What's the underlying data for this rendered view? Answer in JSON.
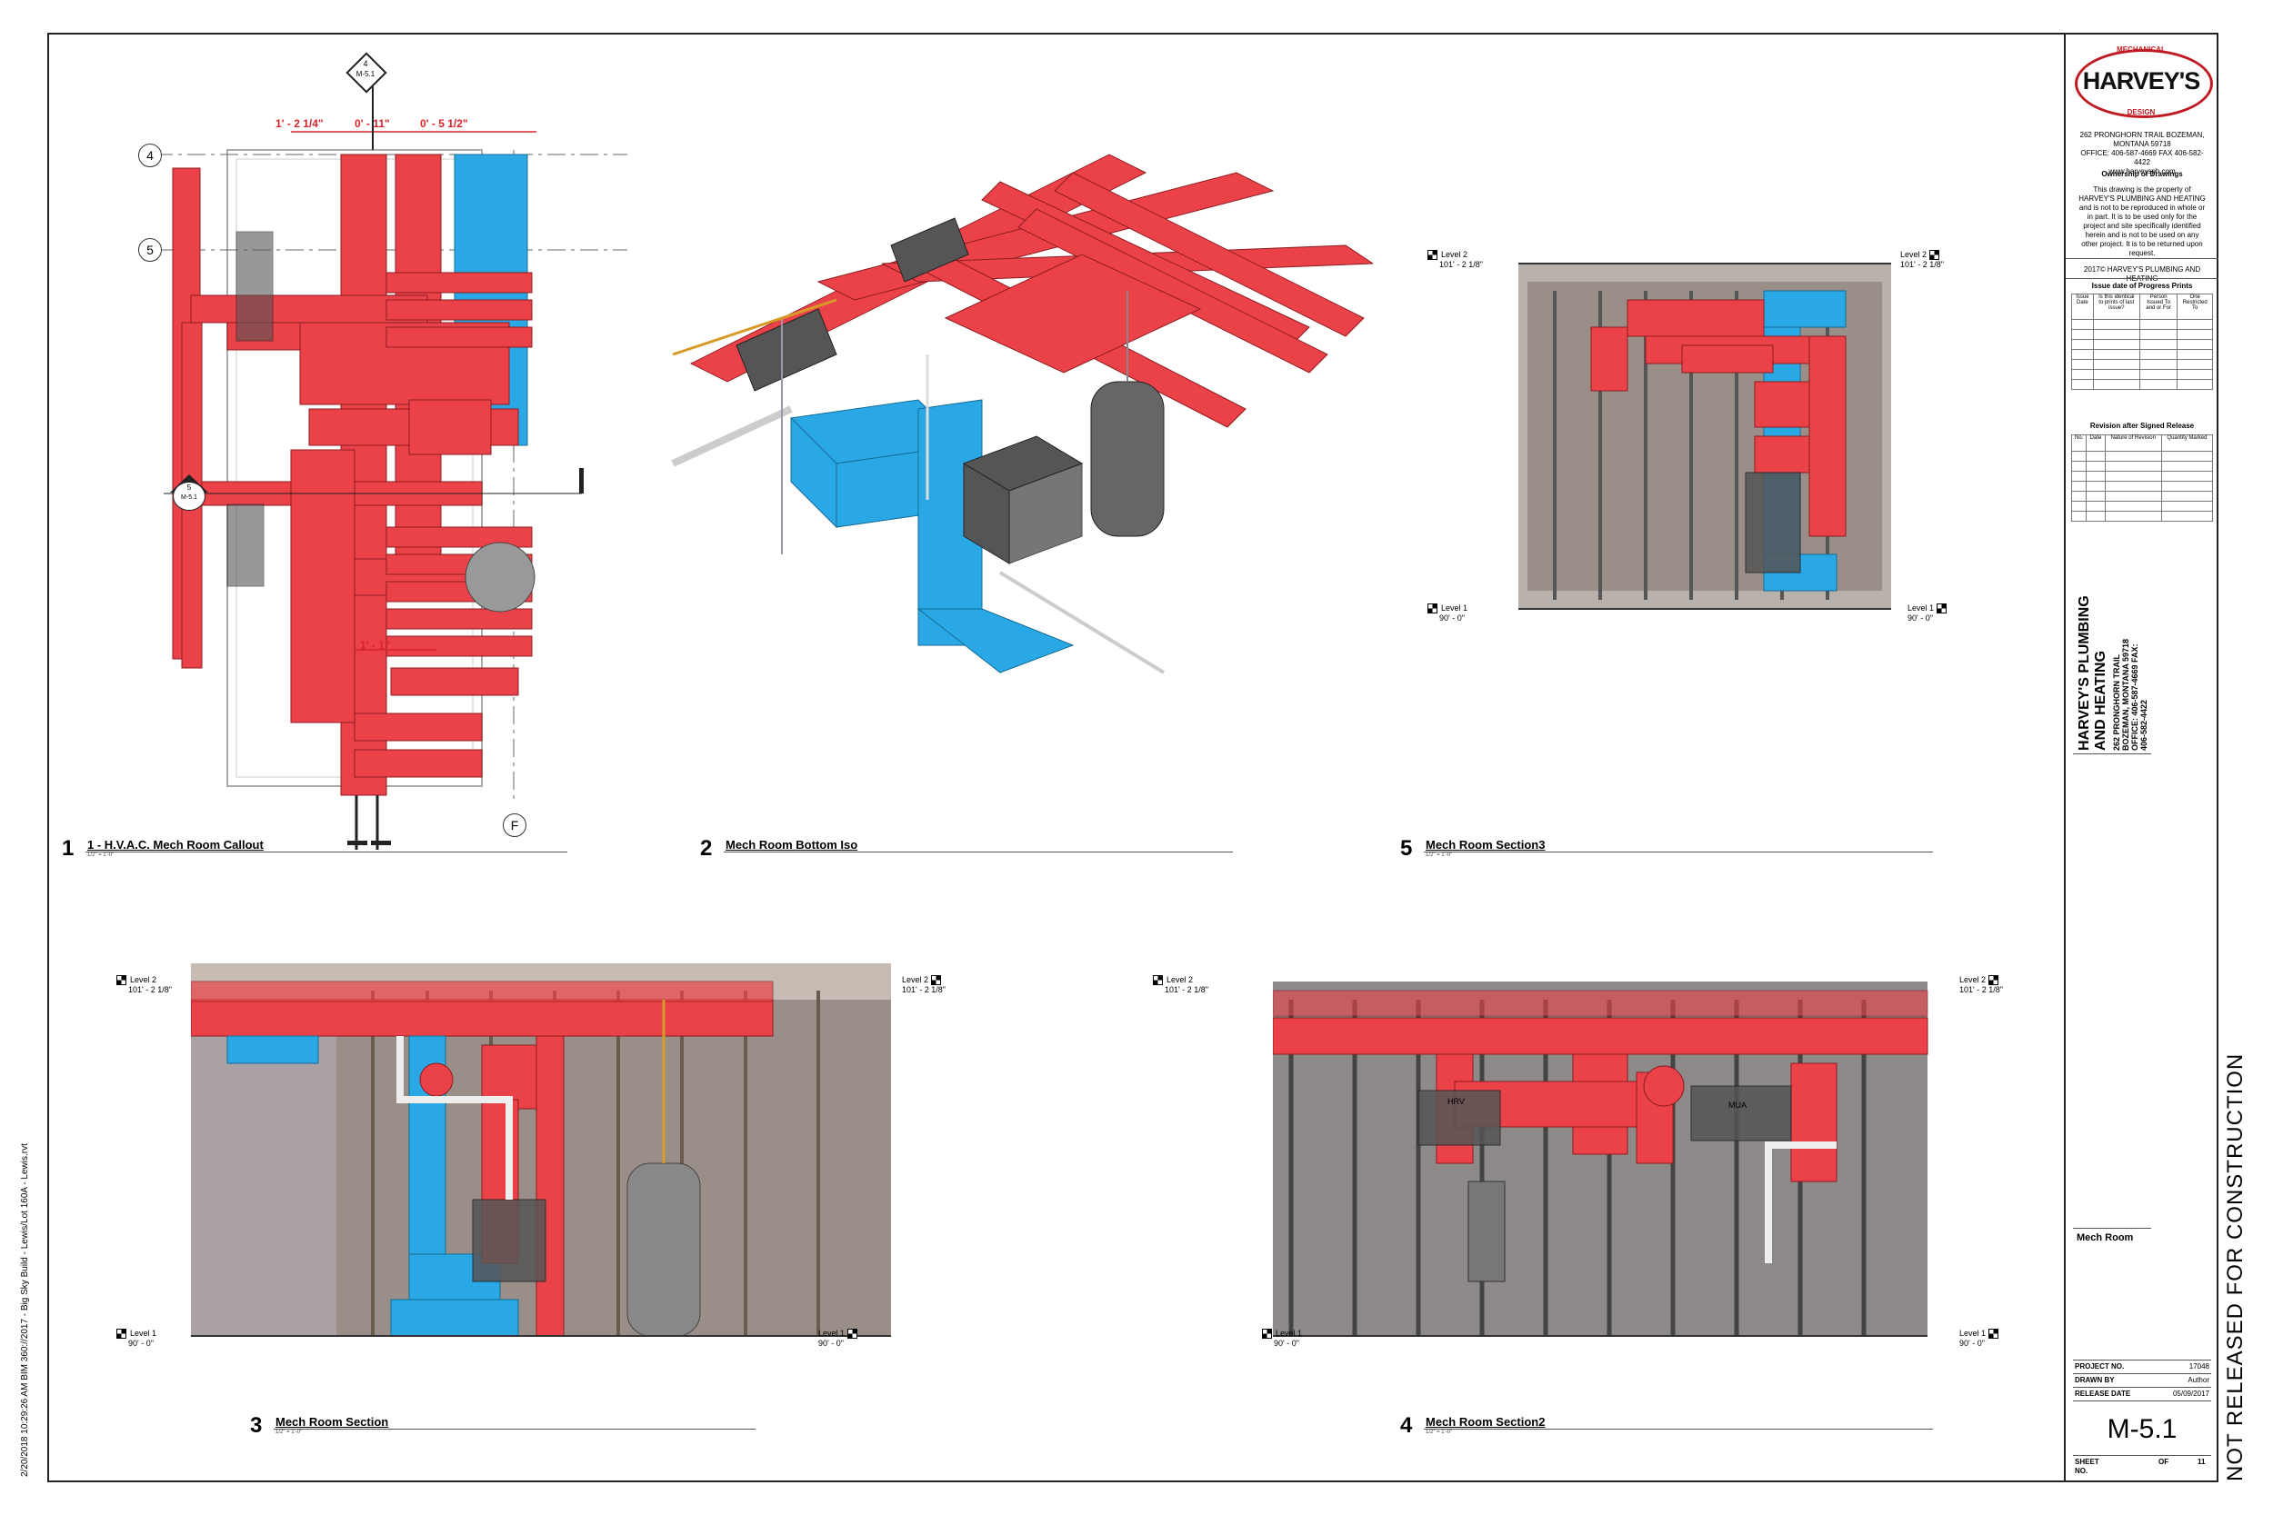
{
  "sheet": {
    "side_note": "2/20/2018 10:29:26 AM     BIM 360://2017 - Big Sky Build - Lewis/Lot 160A - Lewis.rvt",
    "stamp": "NOT RELEASED FOR CONSTRUCTION"
  },
  "views": [
    {
      "number": "1",
      "name": "1 - H.V.A.C. Mech Room Callout",
      "scale": "1/2\" = 1'-0\""
    },
    {
      "number": "2",
      "name": "Mech Room Bottom Iso",
      "scale": ""
    },
    {
      "number": "5",
      "name": "Mech Room Section3",
      "scale": "1/2\" = 1'-0\""
    },
    {
      "number": "3",
      "name": "Mech Room Section",
      "scale": "1/2\" = 1'-0\""
    },
    {
      "number": "4",
      "name": "Mech Room Section2",
      "scale": "1/2\" = 1'-0\""
    }
  ],
  "plan": {
    "grid_4": "4",
    "grid_5": "5",
    "grid_f": "F",
    "section_tag_num": "4",
    "section_tag_sheet": "M-5.1",
    "callout_num": "5",
    "callout_sheet": "M-5.1",
    "dims": [
      "1' - 2 1/4\"",
      "0' - 11\"",
      "0' - 5 1/2\"",
      "1' - 1\""
    ]
  },
  "levels": {
    "level2_name": "Level 2",
    "level2_elev": "101' - 2 1/8\"",
    "level1_name": "Level 1",
    "level1_elev": "90' - 0\""
  },
  "equipment_labels": {
    "hrv": "HRV",
    "mua": "MUA"
  },
  "title_block": {
    "logo_top": "MECHANICAL",
    "logo_main": "HARVEY'S",
    "logo_bottom": "DESIGN",
    "address": "262 PRONGHORN TRAIL BOZEMAN, MONTANA 59718",
    "office": "OFFICE: 406-587-4669 FAX 406-582-4422",
    "web": "www.harveysph.com",
    "ownership_title": "Ownership of Drawings",
    "ownership_text": "This drawing is the property of HARVEY'S PLUMBING AND HEATING and is not to be reproduced in whole or in part. It is to be used only for the project and site specifically identified herein and is not to be used on any other project. It is to be returned upon request.",
    "copyright": "2017© HARVEY'S PLUMBING AND HEATING",
    "progress_title": "Issue date of Progress Prints",
    "progress_cols": [
      "Issue Date",
      "Is this identical to prints of last issue?",
      "Person Issued To and or For",
      "One Restricted To"
    ],
    "revision_title": "Revision after Signed Release",
    "revision_cols": [
      "No.",
      "Date",
      "Nature of Revision",
      "Quantity Marked"
    ],
    "company_name_1": "HARVEY'S PLUMBING",
    "company_name_2": "AND HEATING",
    "company_addr_1": "262 PRONGHORN TRAIL",
    "company_addr_2": "BOZEMAN, MONTANA 59718",
    "company_addr_3": "OFFICE: 406-587-4669 FAX:",
    "company_addr_4": "406-582-4422",
    "sheet_title": "Mech Room",
    "project_no_label": "PROJECT NO.",
    "project_no": "17048",
    "drawn_by_label": "DRAWN BY",
    "drawn_by": "Author",
    "release_date_label": "RELEASE DATE",
    "release_date": "05/09/2017",
    "sheet_number": "M-5.1",
    "sheet_no_label": "SHEET NO.",
    "of_label": "OF",
    "total_sheets": "11"
  }
}
